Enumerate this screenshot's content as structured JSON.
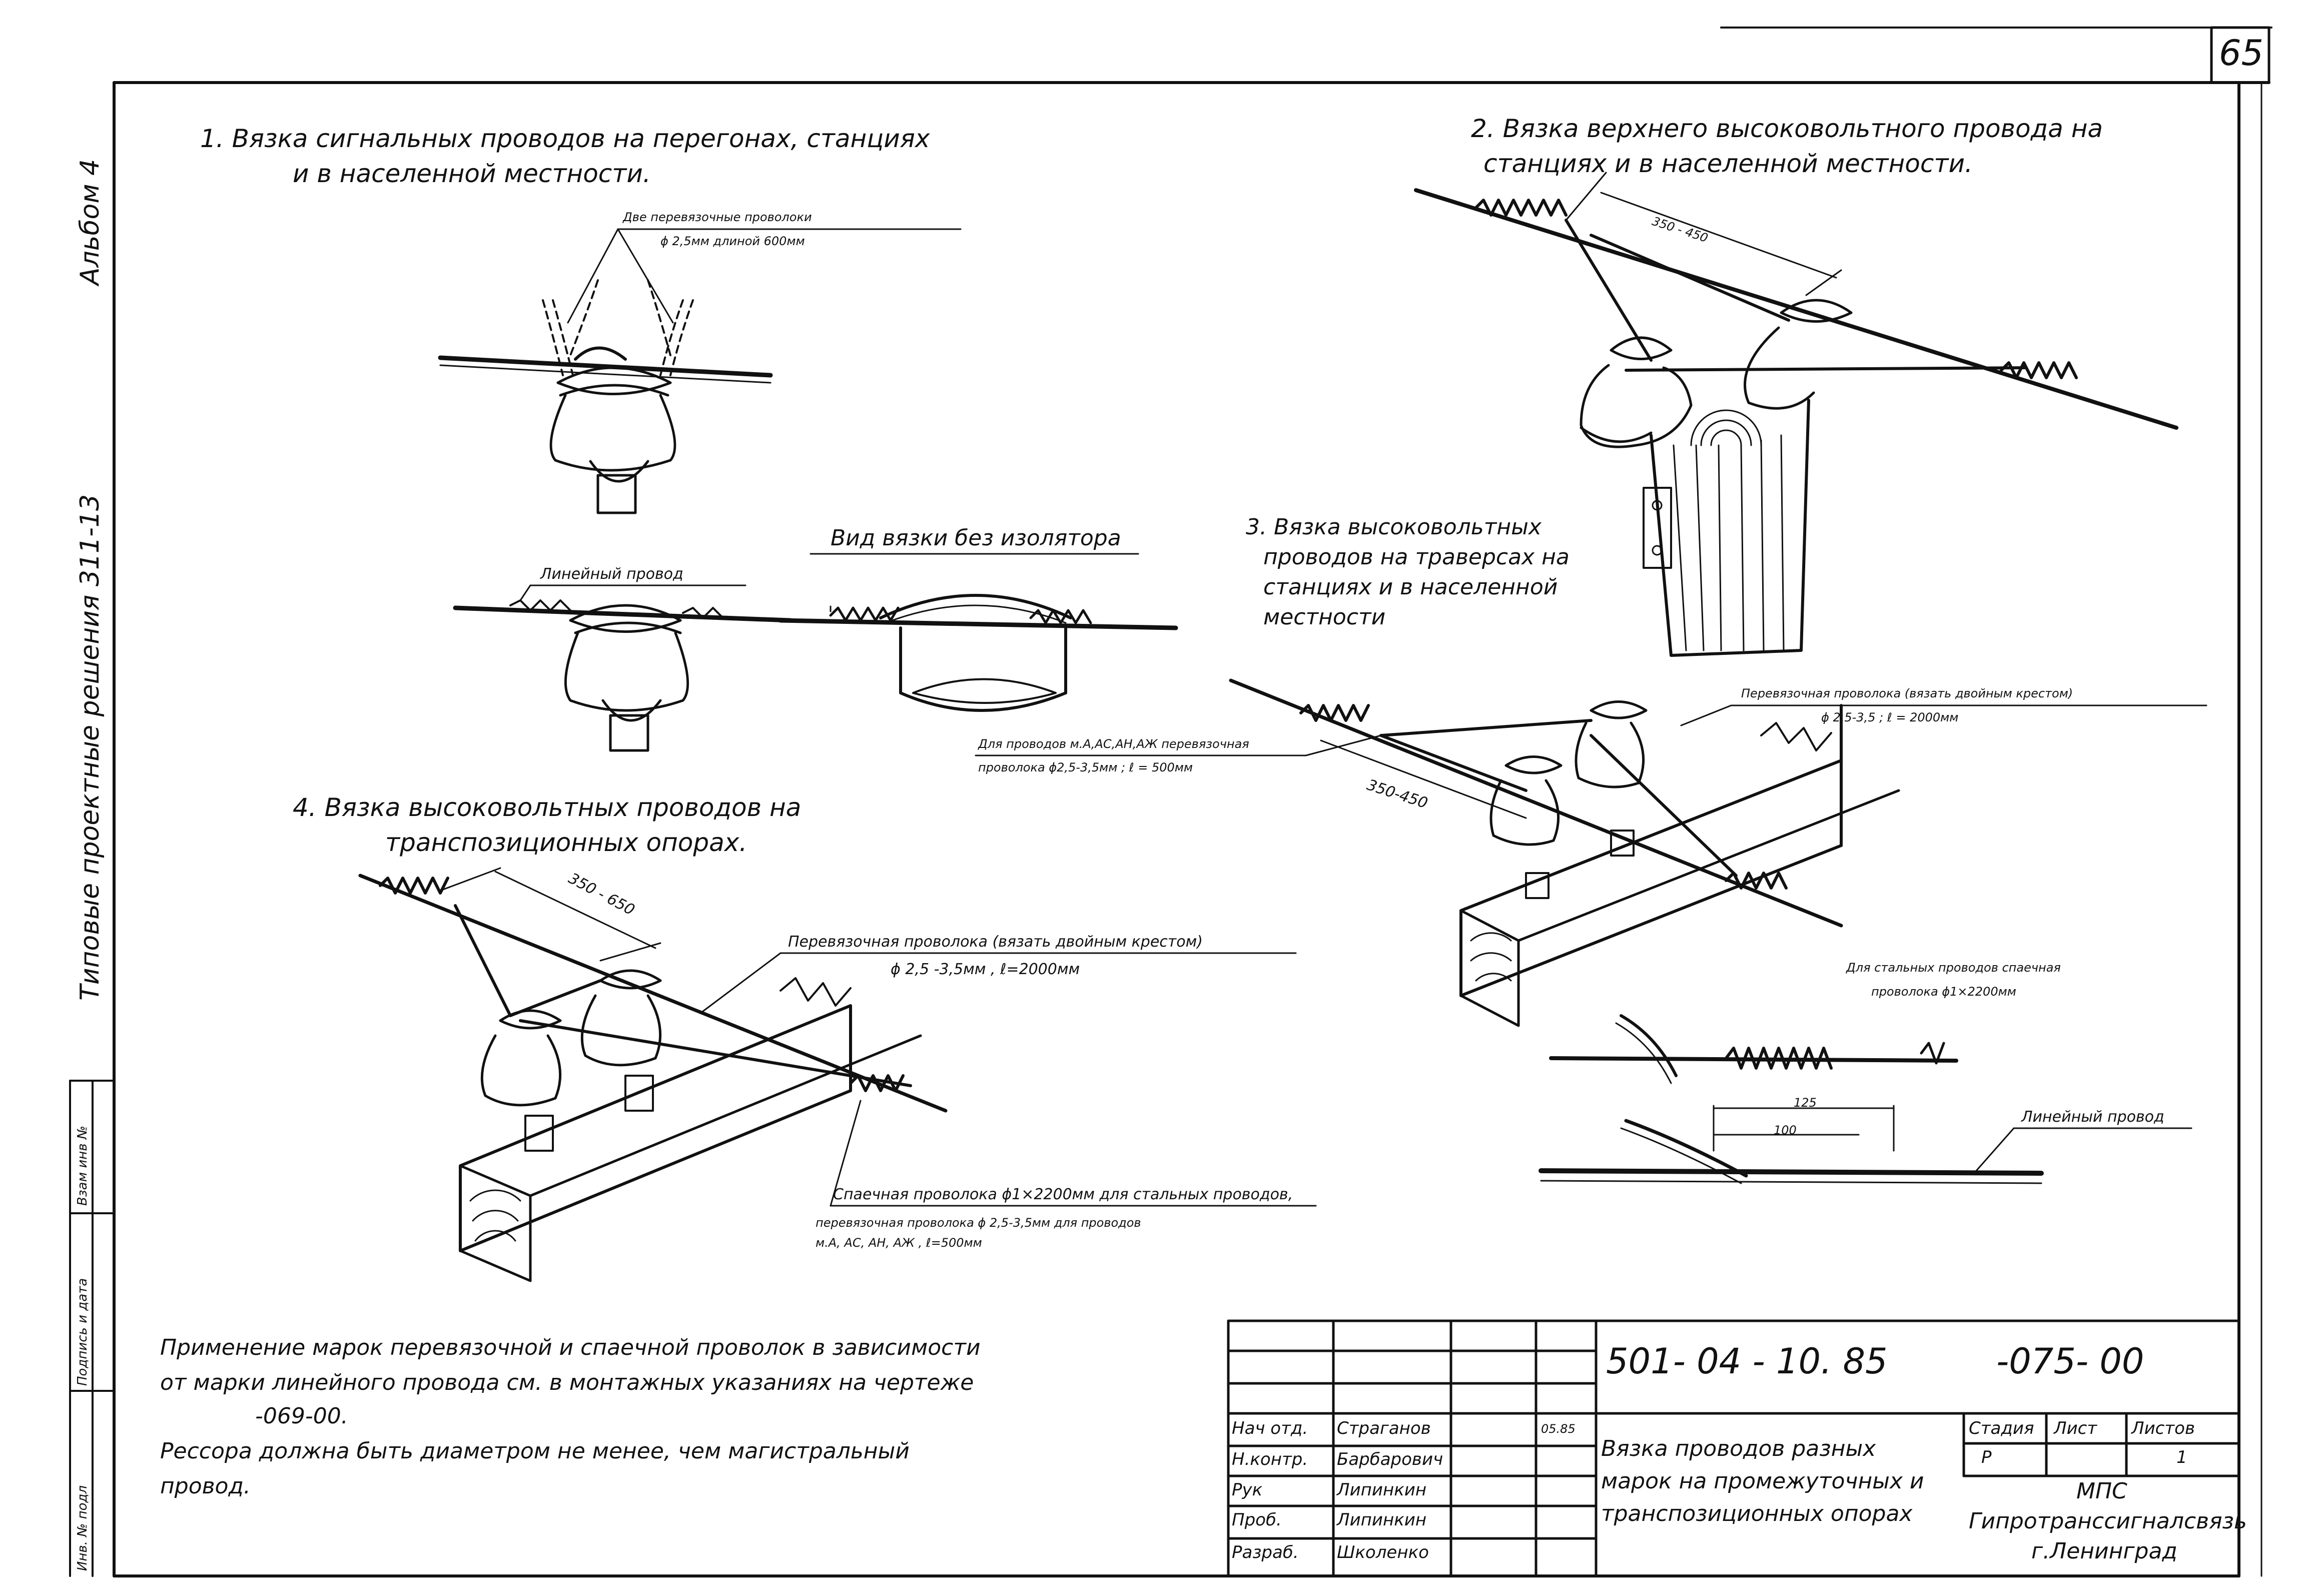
{
  "page_number": "65",
  "side_label": {
    "series": "Типовые проектные решения 311-13",
    "album": "Альбом 4"
  },
  "side_stamps": [
    "Взам инв №",
    "Подпись и дата",
    "Инв. № подл"
  ],
  "sections": {
    "s1": {
      "title_line1": "1. Вязка сигнальных проводов на перегонах, станциях",
      "title_line2": "и в населенной местности.",
      "callout_line1": "Две перевязочные проволоки",
      "callout_line2": "ϕ 2,5мм длиной 600мм",
      "callout_wire": "Линейный провод",
      "no_insulator": "Вид вязки без изолятора"
    },
    "s2": {
      "title_line1": "2. Вязка верхнего высоковольтного провода на",
      "title_line2": "станциях и в населенной местности.",
      "dim": "350 - 450"
    },
    "s3": {
      "title_line1": "3. Вязка высоковольтных",
      "title_line2": "проводов на траверсах на",
      "title_line3": "станциях и в населенной",
      "title_line4": "местности",
      "callout_a1": "Перевязочная проволока (вязать двойным крестом)",
      "callout_a2": "ϕ 2,5-3,5 ; ℓ = 2000мм",
      "callout_b1": "Для проводов м.А,АС,АН,АЖ перевязочная",
      "callout_b2": "проволока ϕ2,5-3,5мм ; ℓ = 500мм",
      "dim": "350-450",
      "callout_c1": "Для стальных проводов спаечная",
      "callout_c2": "проволока ϕ1×2200мм",
      "dim_125": "125",
      "dim_100": "100",
      "callout_wire": "Линейный провод"
    },
    "s4": {
      "title_line1": "4. Вязка высоковольтных проводов на",
      "title_line2": "транспозиционных опорах.",
      "dim": "350 - 650",
      "callout_a1": "Перевязочная проволока (вязать двойным крестом)",
      "callout_a2": "ϕ 2,5 -3,5мм , ℓ=2000мм",
      "callout_b1": "Спаечная проволока ϕ1×2200мм для стальных проводов,",
      "callout_b2": "перевязочная проволока ϕ 2,5-3,5мм для проводов",
      "callout_b3": "м.А, АС, АН, АЖ , ℓ=500мм"
    }
  },
  "notes": {
    "line1": "Применение марок перевязочной и спаечной проволок в зависимости",
    "line2": "от марки линейного провода см. в монтажных указаниях на чертеже",
    "line3": "-069-00.",
    "line4": "Рессора должна быть диаметром не менее, чем магистральный",
    "line5": "провод."
  },
  "title_block": {
    "code": "501- 04 - 10. 85",
    "code_suffix": "-075- 00",
    "roles": [
      "Нач отд.",
      "Н.контр.",
      "Рук",
      "Проб.",
      "Разраб."
    ],
    "names": [
      "Страганов",
      "Барбарович",
      "Липинкин",
      "Липинкин",
      "Школенко"
    ],
    "date": "05.85",
    "title_line1": "Вязка проводов разных",
    "title_line2": "марок на промежуточных и",
    "title_line3": "транспозиционных опорах",
    "head_stage": "Стадия",
    "head_sheet": "Лист",
    "head_sheets": "Листов",
    "val_stage": "Р",
    "val_sheets": "1",
    "org_line1": "МПС",
    "org_line2": "Гипротранссигналсвязь",
    "org_line3": "г.Ленинград"
  }
}
